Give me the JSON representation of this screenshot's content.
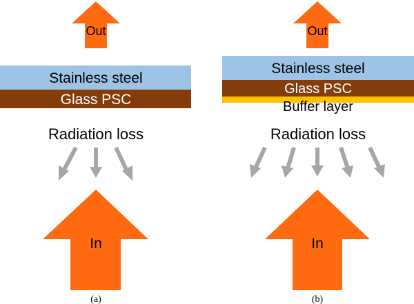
{
  "colors": {
    "arrow": "#ff6a10",
    "steel": "#9dc3e6",
    "psc": "#843c0c",
    "buffer": "#ffc000",
    "loss_arrow": "#a6a6a6"
  },
  "panels": [
    {
      "caption": "(a)",
      "out_label": "Out",
      "in_label": "In",
      "layers": [
        {
          "label": "Stainless steel",
          "color_key": "steel",
          "text_color": "#000000"
        },
        {
          "label": "Glass PSC",
          "color_key": "psc",
          "text_color": "#ffffff"
        }
      ],
      "loss_label": "Radiation loss"
    },
    {
      "caption": "(b)",
      "out_label": "Out",
      "in_label": "In",
      "layers": [
        {
          "label": "Stainless steel",
          "color_key": "steel",
          "text_color": "#000000"
        },
        {
          "label": "Glass PSC",
          "color_key": "psc",
          "text_color": "#ffffff"
        },
        {
          "label": "Buffer layer",
          "color_key": "buffer",
          "text_color": "#000000"
        }
      ],
      "loss_label": "Radiation loss"
    }
  ]
}
